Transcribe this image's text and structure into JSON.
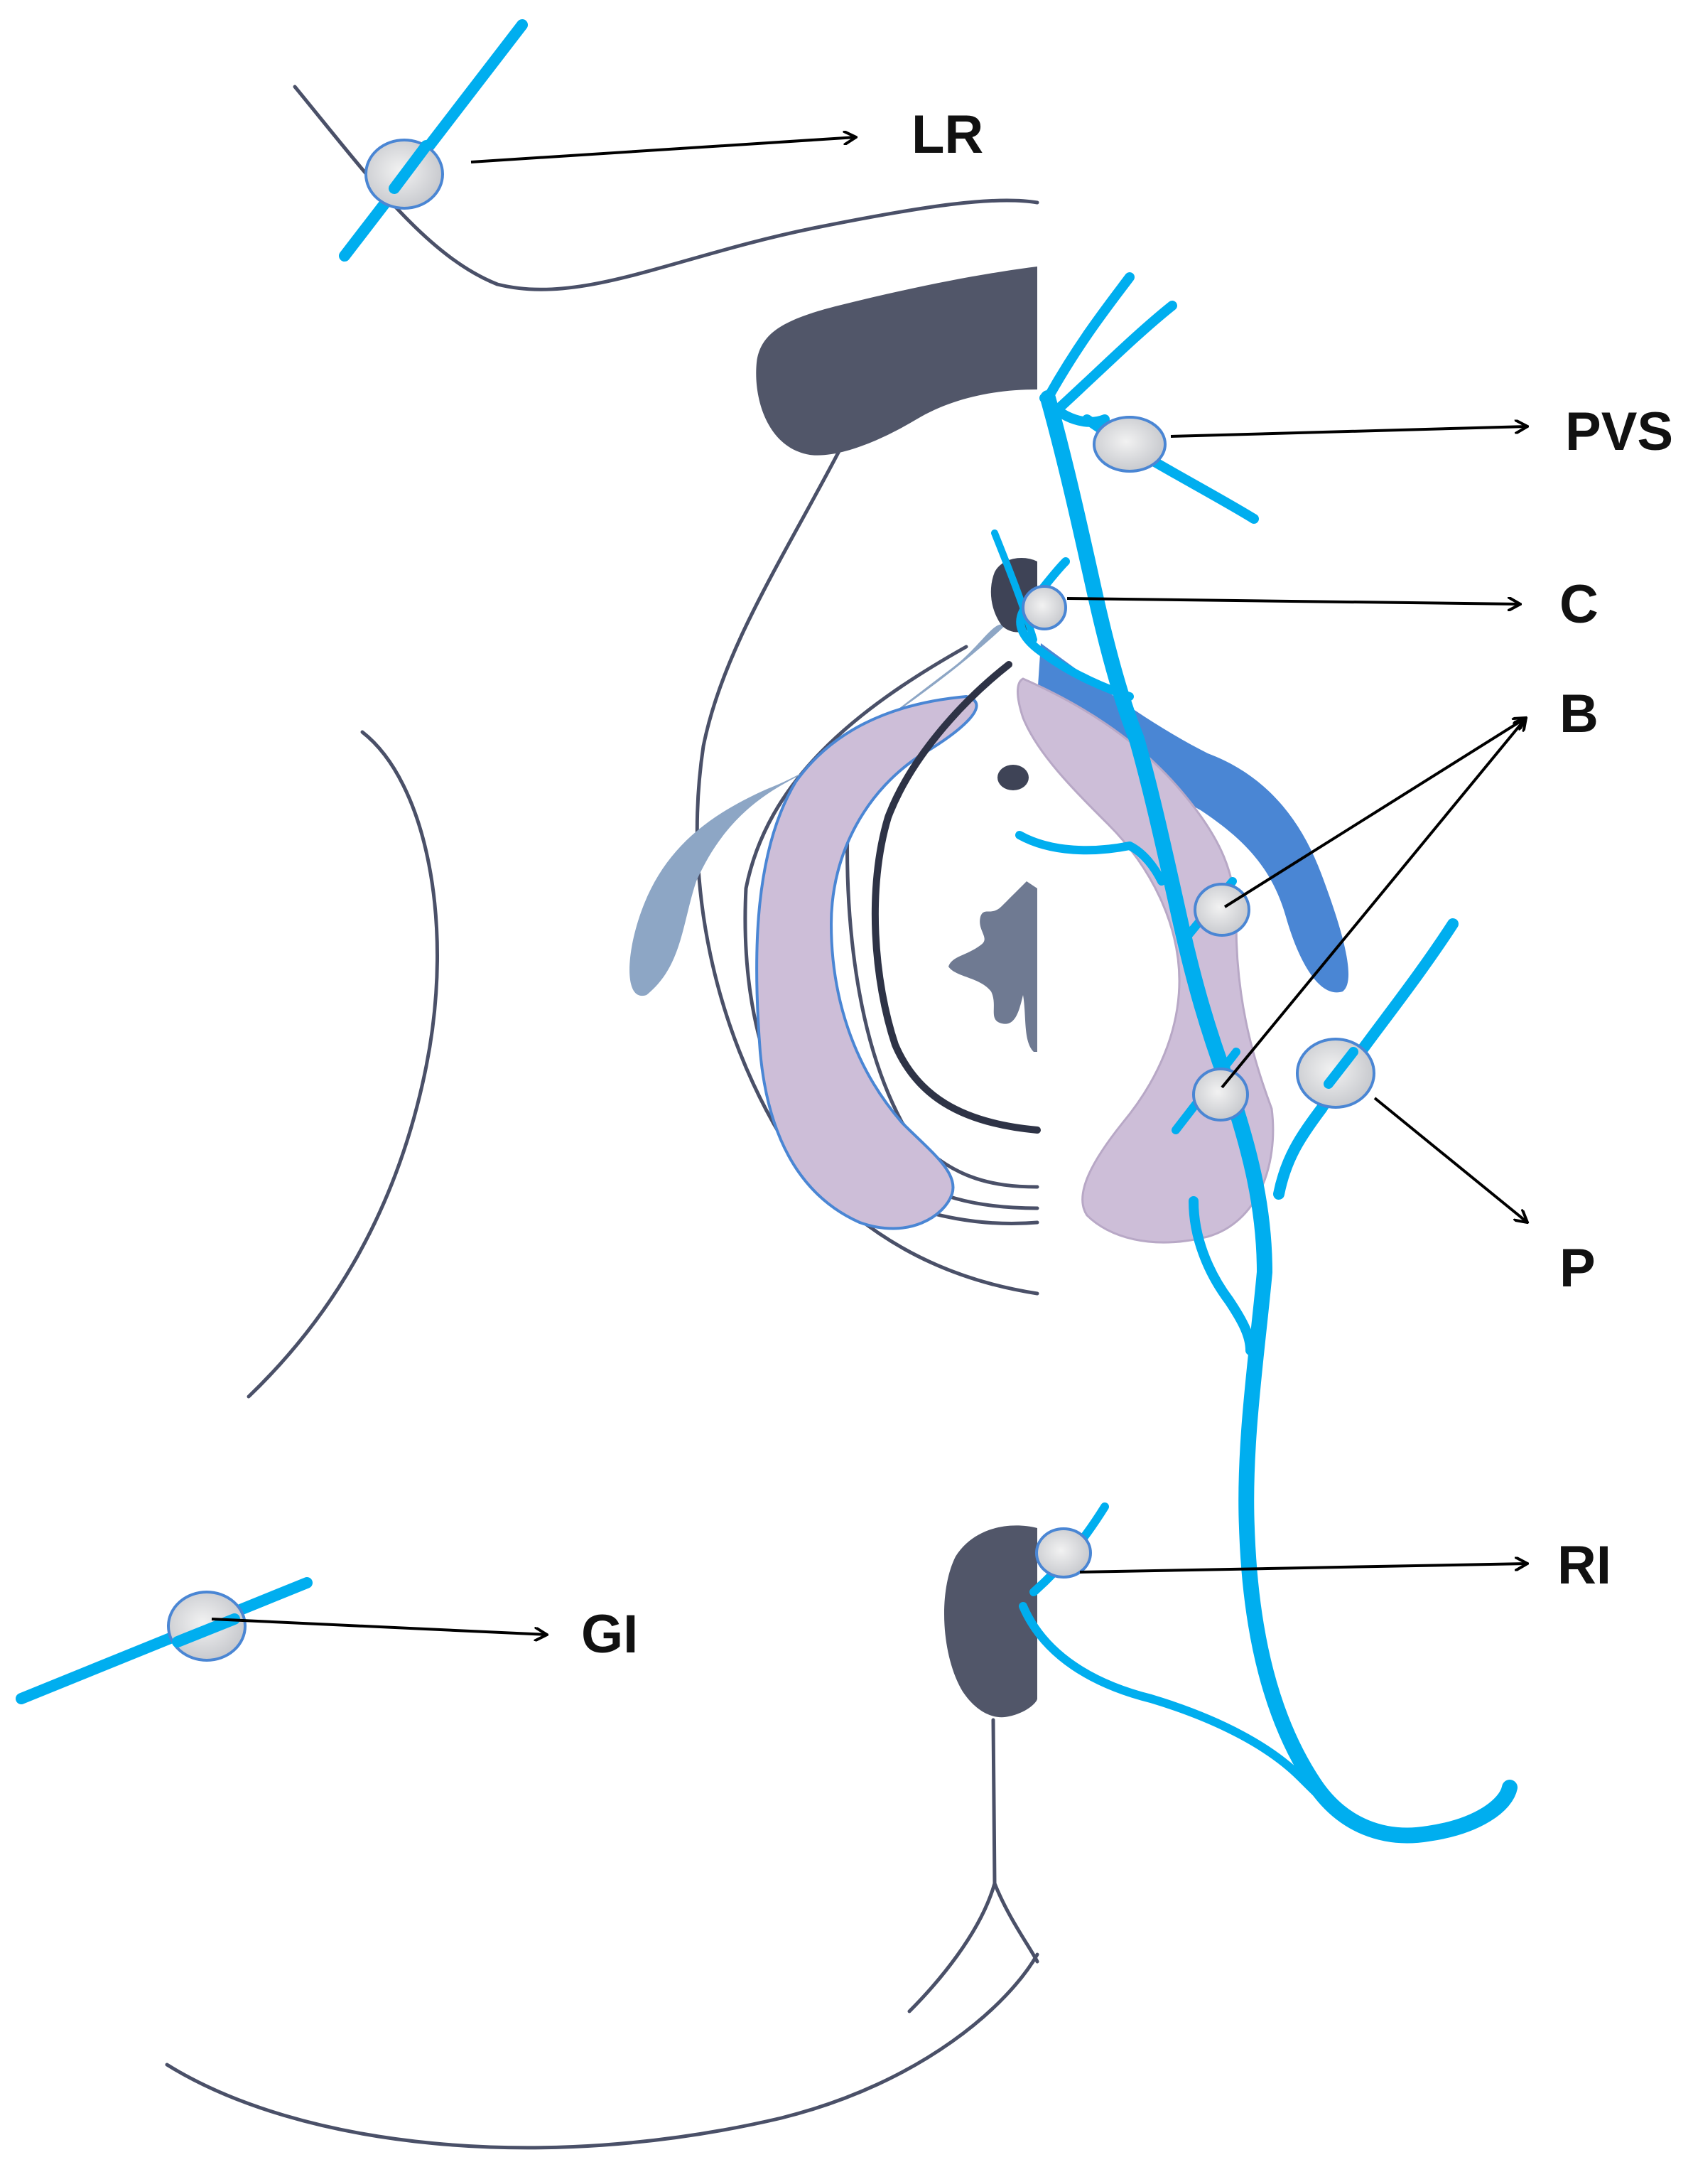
{
  "labels": {
    "lr": "LR",
    "pvs": "PVS",
    "c": "C",
    "b": "B",
    "p": "P",
    "ri": "RI",
    "gi": "GI"
  },
  "colors": {
    "vessel": "#00AEEF",
    "outline": "#4A5068",
    "dark_shape": "#515669",
    "lavender": "#CDBED8",
    "deep_blue": "#4A86D4",
    "grey_blue": "#8DA6C5",
    "node_fill": "#D3D5DA",
    "node_stroke": "#4A86D4",
    "text": "#111111",
    "arrow": "#000000"
  }
}
